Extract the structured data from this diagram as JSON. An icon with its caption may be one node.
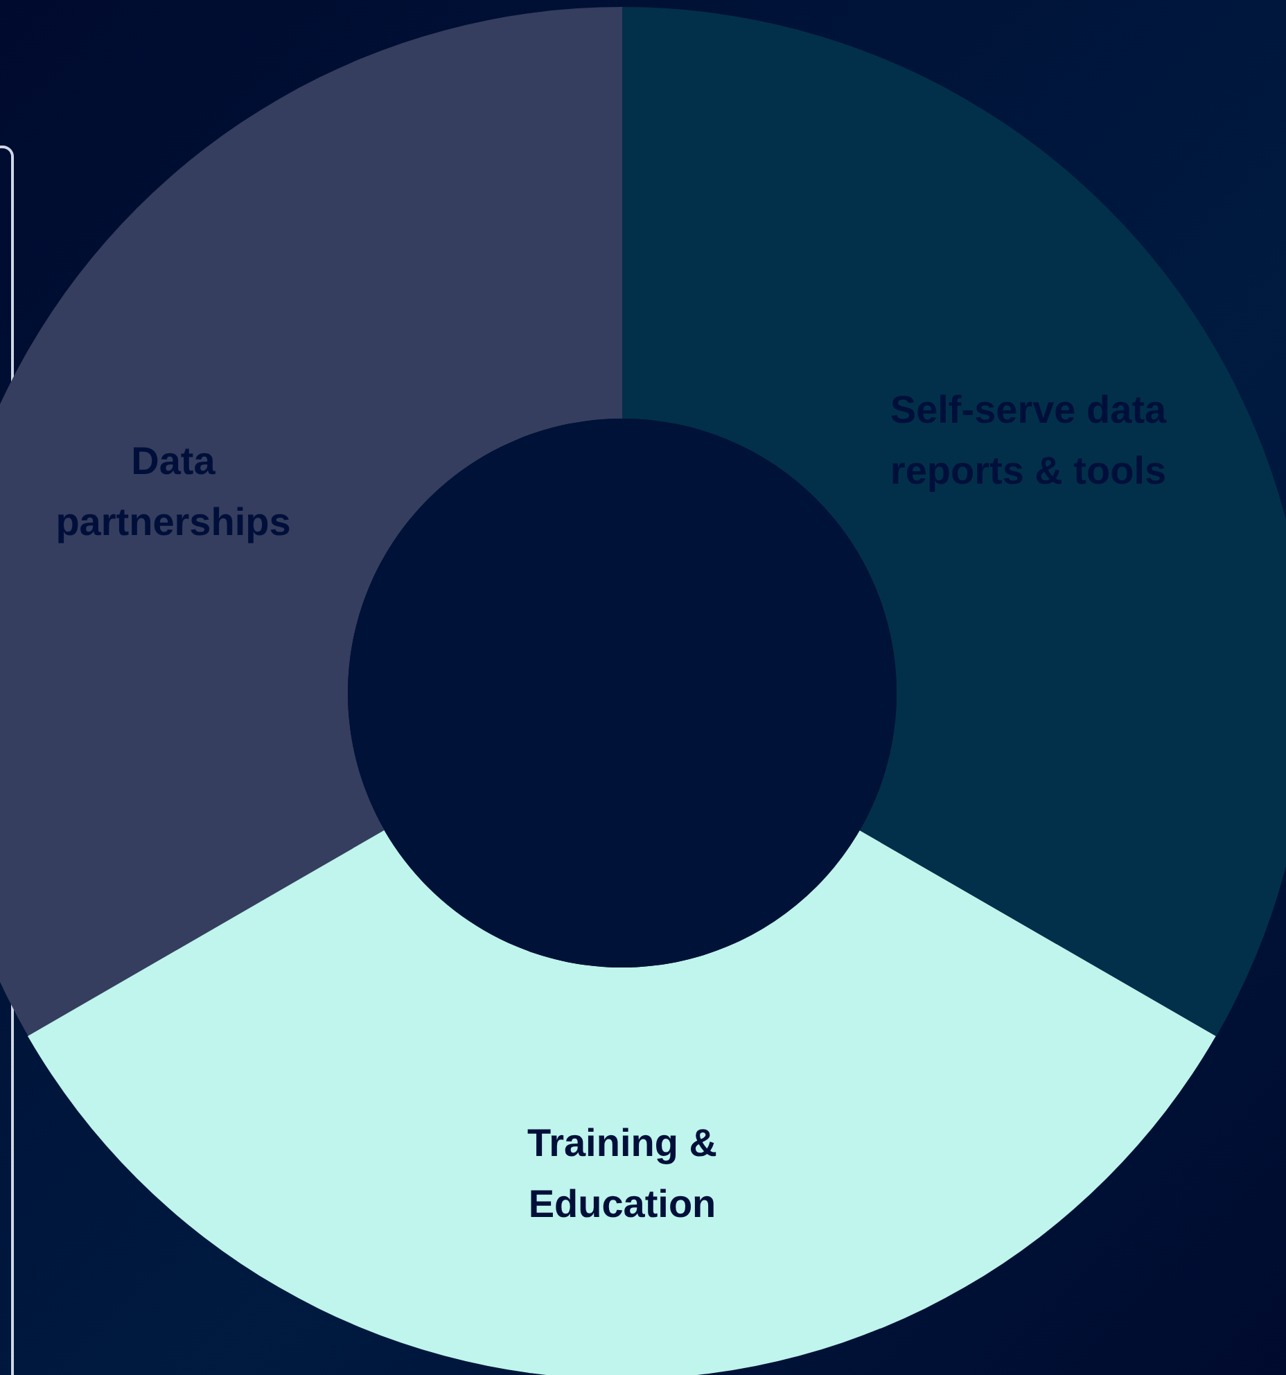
{
  "diagram": {
    "nodes": [
      {
        "text": [
          "Data partnerships"
        ]
      },
      {
        "text": [
          "Self-serve data reports & tools"
        ]
      },
      {
        "text": [
          "Training & Education"
        ]
      },
      {
        "text": [],
        "shape": "circle"
      }
    ]
  }
}
